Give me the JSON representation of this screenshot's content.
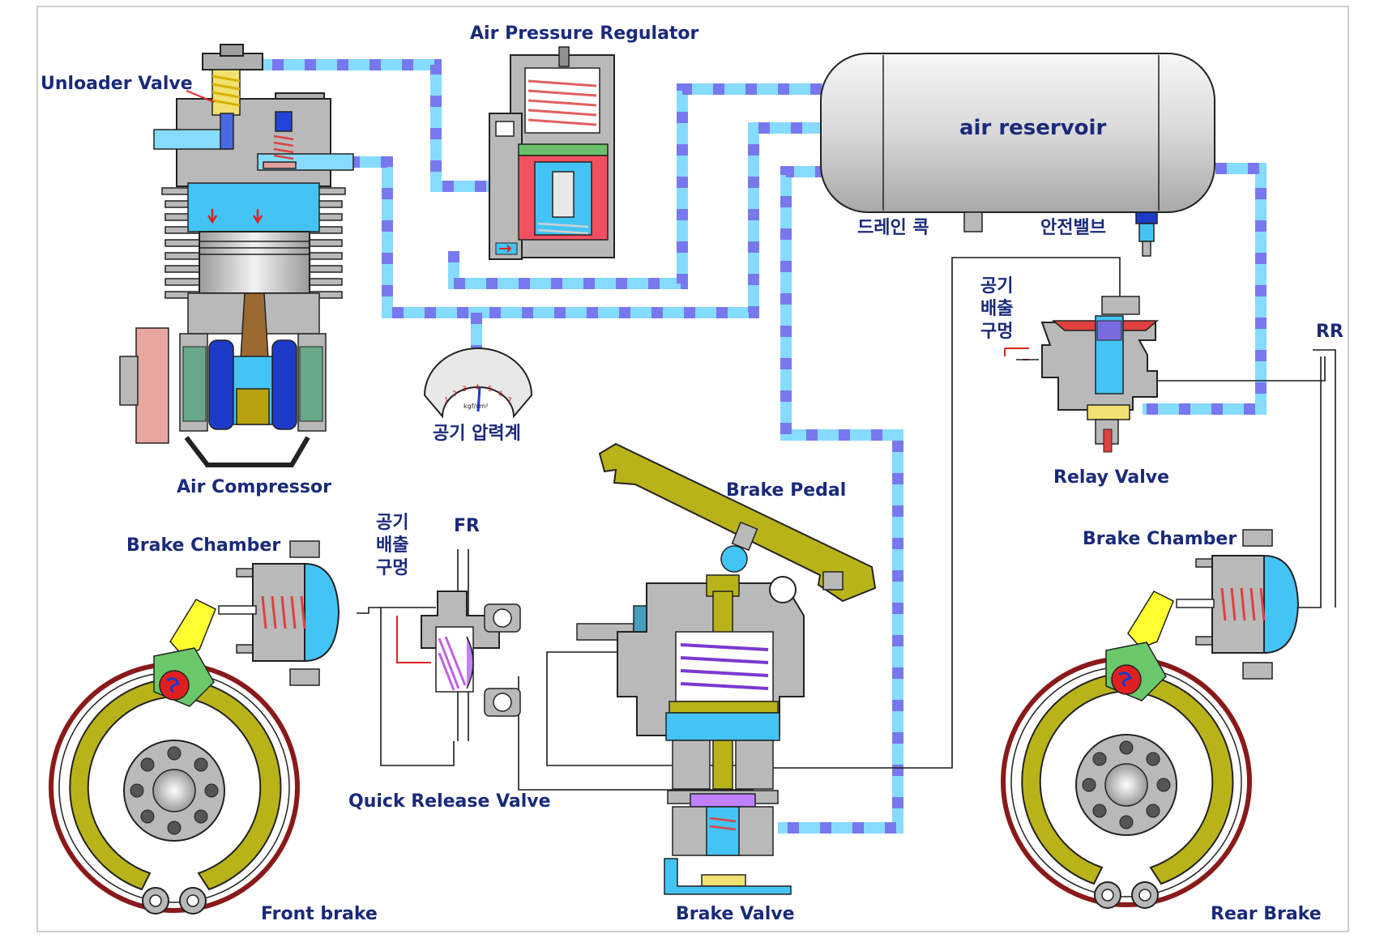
{
  "labels": {
    "unloader_valve": "Unloader Valve",
    "air_pressure_regulator": "Air Pressure Regulator",
    "air_reservoir": "air reservoir",
    "drain_cock": "드레인 콕",
    "safety_valve": "안전밸브",
    "exhaust_port_line1": "공기",
    "exhaust_port_line2": "배출",
    "exhaust_port_line3": "구멍",
    "rr": "RR",
    "fr": "FR",
    "relay_valve": "Relay Valve",
    "air_compressor": "Air Compressor",
    "air_pressure_gauge": "공기 압력계",
    "gauge_unit": "kgf/cm²",
    "brake_pedal": "Brake Pedal",
    "brake_chamber_left": "Brake Chamber",
    "brake_chamber_right": "Brake Chamber",
    "quick_release_valve": "Quick Release Valve",
    "front_brake": "Front brake",
    "brake_valve": "Brake Valve",
    "rear_brake": "Rear Brake"
  },
  "gauge_ticks": [
    "1",
    "2",
    "3",
    "4",
    "5",
    "6",
    "7"
  ],
  "colors": {
    "air_line": "#86dcff",
    "air_line_dash": "#7878ee",
    "label": "#1a2a7a",
    "body_gray": "#b9b9b9",
    "shoe_olive": "#b9b31a",
    "spring_red": "#e04040"
  }
}
